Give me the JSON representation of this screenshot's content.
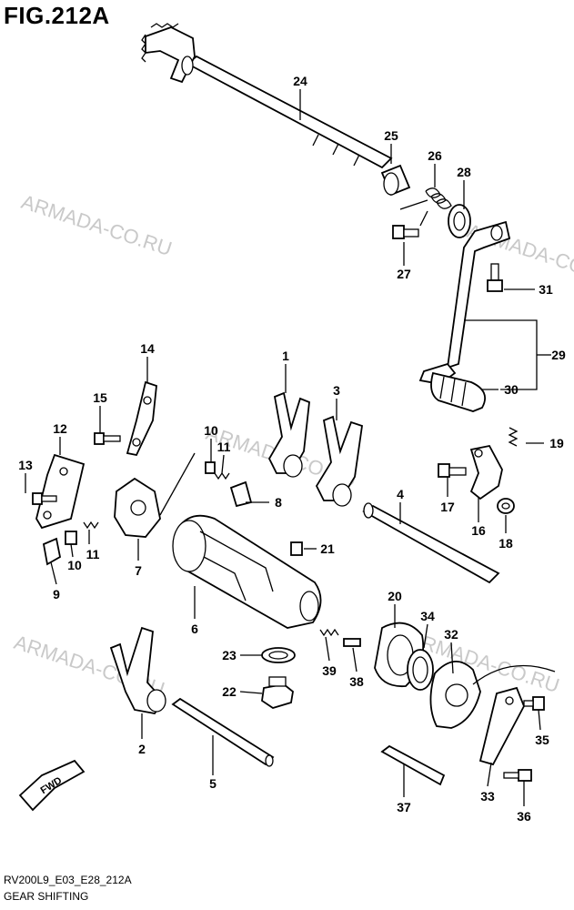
{
  "figure": {
    "title": "FIG.212A",
    "code": "RV200L9_E03_E28_212A",
    "name": "GEAR SHIFTING",
    "direction_tag": "FWD"
  },
  "watermarks": [
    "ARMADA-CO.RU",
    "ARMADA-CO.RU",
    "ARMADA-CO.RU",
    "ARMADA-CO.RU"
  ],
  "part_numbers": [
    "1",
    "2",
    "3",
    "4",
    "5",
    "6",
    "7",
    "8",
    "9",
    "10",
    "10",
    "11",
    "11",
    "12",
    "13",
    "14",
    "15",
    "16",
    "17",
    "18",
    "19",
    "20",
    "21",
    "22",
    "23",
    "24",
    "25",
    "26",
    "27",
    "28",
    "29",
    "30",
    "31",
    "32",
    "33",
    "34",
    "35",
    "36",
    "37",
    "38",
    "39"
  ],
  "icons": {
    "direction_arrow": "fwd-arrow-icon"
  },
  "colors": {
    "line": "#000000",
    "watermark": "#c9c9c9",
    "background": "#ffffff"
  }
}
